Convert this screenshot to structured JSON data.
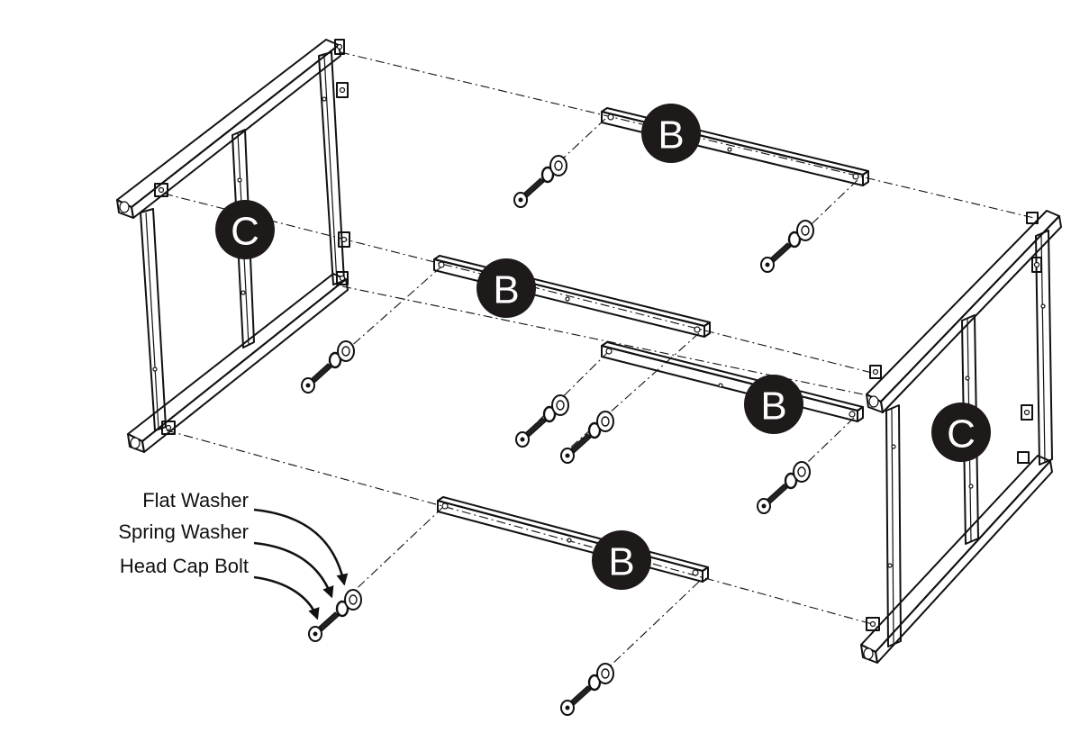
{
  "diagram": {
    "parts": [
      {
        "id": "rail-top-back",
        "letter": "B"
      },
      {
        "id": "rail-upper-mid",
        "letter": "B"
      },
      {
        "id": "rail-lower-mid",
        "letter": "B"
      },
      {
        "id": "rail-bottom-front",
        "letter": "B"
      },
      {
        "id": "frame-left",
        "letter": "C"
      },
      {
        "id": "frame-right",
        "letter": "C"
      }
    ],
    "hardware_labels": {
      "flat_washer": "Flat Washer",
      "spring_washer": "Spring Washer",
      "head_cap_bolt": "Head Cap Bolt"
    }
  }
}
